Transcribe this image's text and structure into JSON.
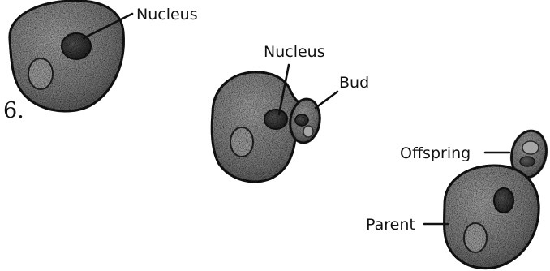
{
  "diagram": {
    "step_number": "6.",
    "labels": {
      "nucleus_top": "Nucleus",
      "nucleus_mid": "Nucleus",
      "bud": "Bud",
      "offspring": "Offspring",
      "parent": "Parent"
    },
    "colors": {
      "cell_fill": "#8c8c8c",
      "cell_outline": "#1f1f1f",
      "nucleus_fill": "#3a3a3a",
      "vacuole_fill": "#a6a6a6",
      "text": "#111111"
    }
  }
}
